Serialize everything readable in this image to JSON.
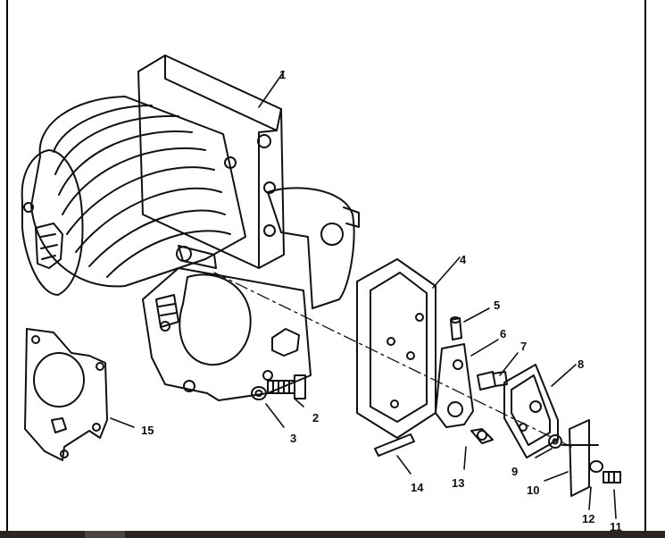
{
  "figure": {
    "callouts": [
      {
        "number": "1",
        "part": "housing-assembly"
      },
      {
        "number": "2",
        "part": "bolt"
      },
      {
        "number": "3",
        "part": "washer"
      },
      {
        "number": "4",
        "part": "gasket-frame"
      },
      {
        "number": "5",
        "part": "pin"
      },
      {
        "number": "6",
        "part": "lever-arm"
      },
      {
        "number": "7",
        "part": "screw"
      },
      {
        "number": "8",
        "part": "cover-plate"
      },
      {
        "number": "9",
        "part": "washer"
      },
      {
        "number": "10",
        "part": "bracket"
      },
      {
        "number": "11",
        "part": "screw"
      },
      {
        "number": "12",
        "part": "lockwasher"
      },
      {
        "number": "13",
        "part": "cap-screw"
      },
      {
        "number": "14",
        "part": "dowel-pin"
      },
      {
        "number": "15",
        "part": "gasket"
      }
    ],
    "colors": {
      "ink": "#111111",
      "background": "#ffffff",
      "frame": "#000000"
    }
  }
}
